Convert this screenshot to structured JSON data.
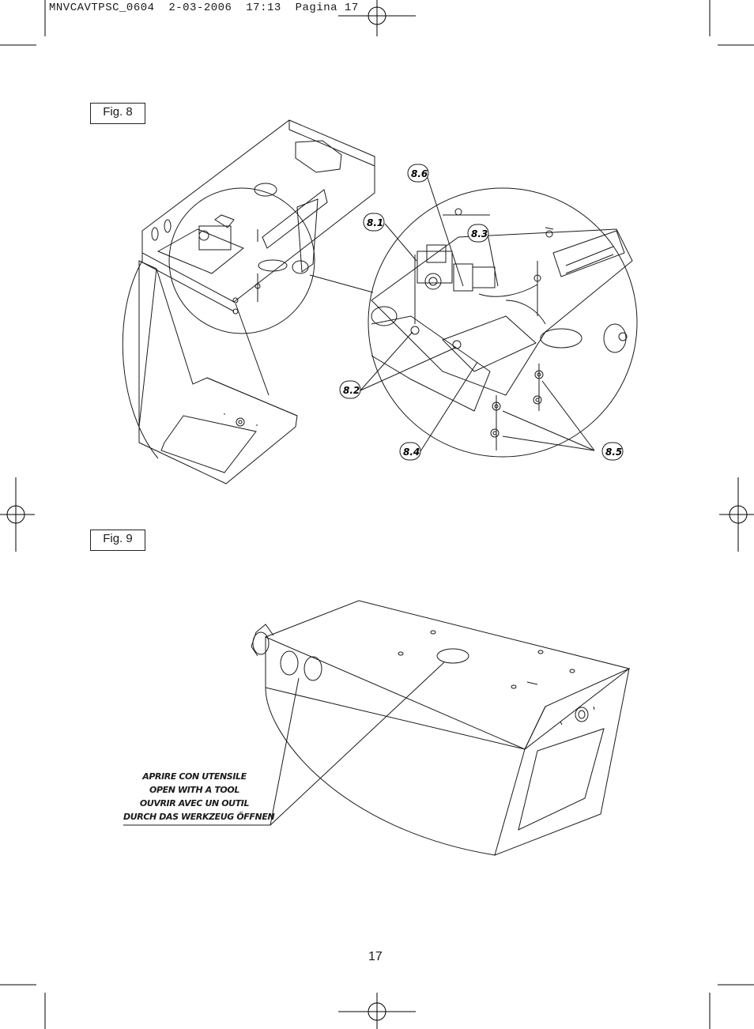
{
  "header": {
    "slug": "MNVCAVTPSC_0604",
    "date": "2-03-2006",
    "time": "17:13",
    "page_label": "Pagina 17"
  },
  "fig8": {
    "label": "Fig. 8",
    "callouts": [
      "8.6",
      "8.1",
      "8.3",
      "8.2",
      "8.4",
      "8.5"
    ]
  },
  "fig9": {
    "label": "Fig. 9",
    "note_lines": [
      "APRIRE CON UTENSILE",
      "OPEN WITH A TOOL",
      "OUVRIR AVEC UN OUTIL",
      "DURCH DAS WERKZEUG ÖFFNEN"
    ]
  },
  "page_number": "17"
}
